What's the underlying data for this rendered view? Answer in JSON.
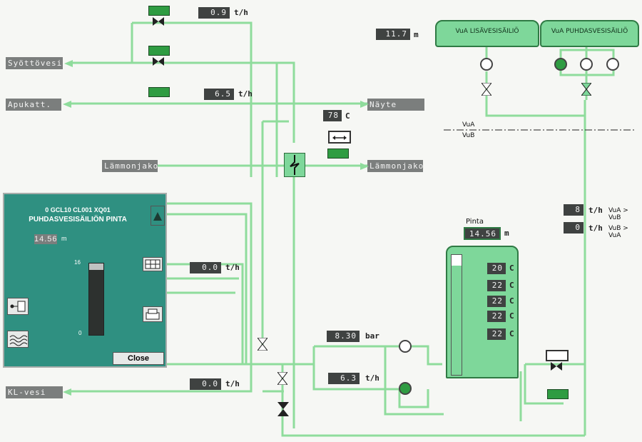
{
  "flows": {
    "top": "0.9",
    "mid": "6.5",
    "panel_flow": "0.0",
    "kl_flow": "0.0",
    "pump_flow": "6.3",
    "unit": "t/h"
  },
  "temperature": {
    "value": "78",
    "unit": "C"
  },
  "level_top": {
    "value": "11.7",
    "unit": "m"
  },
  "pressure": {
    "value": "8.30",
    "unit": "bar"
  },
  "tags": {
    "syottovesi": "Syöttövesi",
    "apukatt": "Apukatt.",
    "nayte": "Näyte",
    "lammonjako_in": "Lämmonjako",
    "lammonjako_out": "Lämmonjako",
    "kl_vesi": "KL-vesi"
  },
  "tanks": {
    "lisavesi": "VuA LISÄVESISÄILIÖ",
    "puhdasvesi": "VuA PUHDASVESISÄILIÖ"
  },
  "boundary": {
    "upper": "VuA",
    "lower": "VuB"
  },
  "pinta": {
    "label": "Pinta",
    "value": "14.56",
    "unit": "m"
  },
  "tank_temps": [
    "20",
    "22",
    "22",
    "22",
    "22"
  ],
  "temp_unit": "C",
  "transfer": {
    "a_value": "8",
    "a_unit": "t/h",
    "a_label": "VuA > VuB",
    "b_value": "0",
    "b_unit": "t/h",
    "b_label": "VuB > VuA"
  },
  "panel": {
    "code": "0 GCL10 CL001 XQ01",
    "title": "PUHDASVESISÄILIÖN PINTA",
    "value": "14.56",
    "unit": "m",
    "scale_max": "16",
    "scale_min": "0",
    "level_fraction": 0.91,
    "close": "Close"
  }
}
